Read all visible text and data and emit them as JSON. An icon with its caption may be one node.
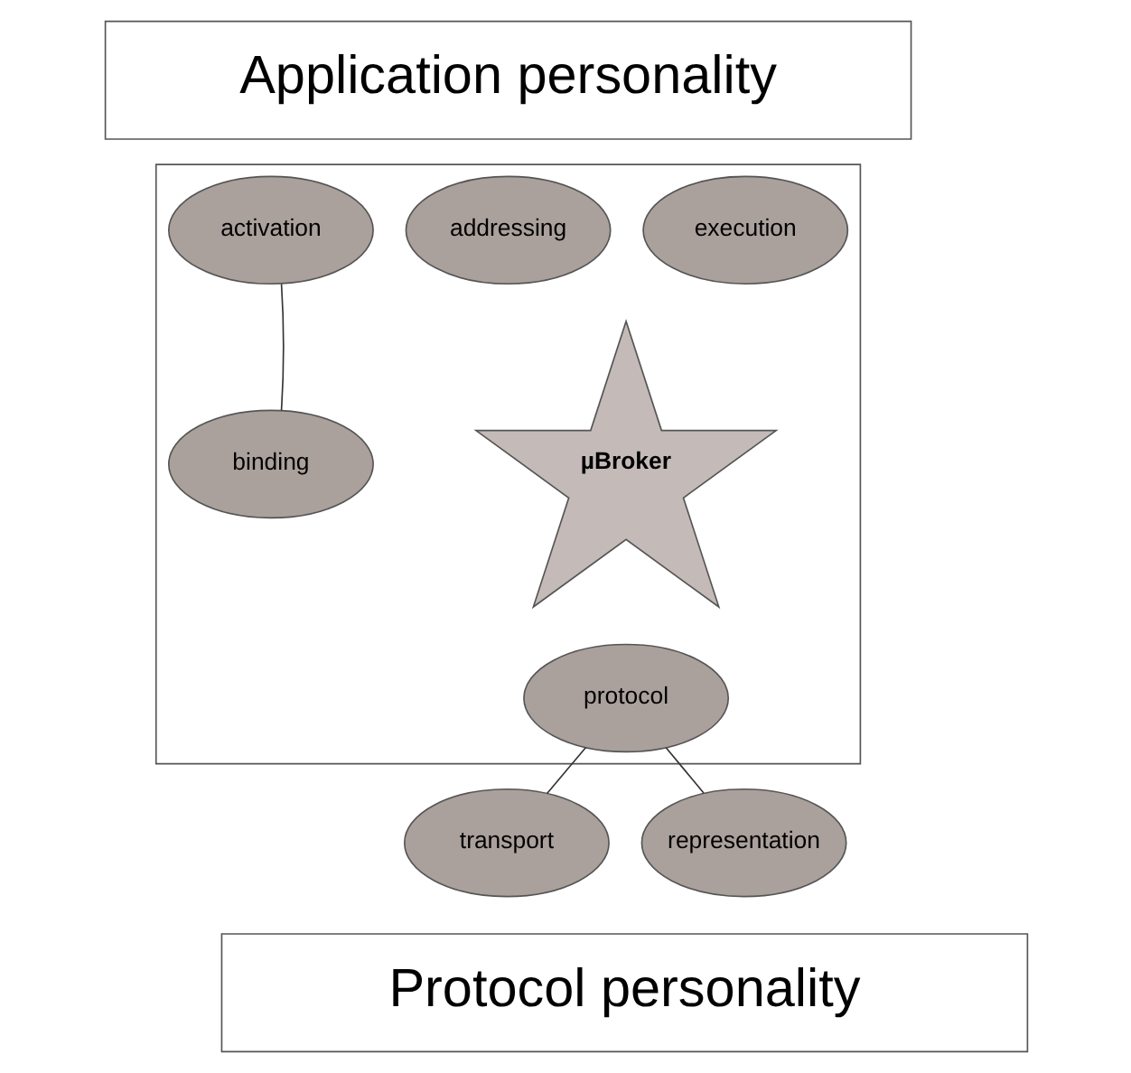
{
  "diagram": {
    "nodes": [
      {
        "text": [
          "Application personality"
        ]
      },
      {
        "text": [],
        "shape": "box"
      },
      {
        "text": [
          "execution"
        ],
        "in": 1
      },
      {
        "text": [
          "addressing"
        ],
        "in": 1
      },
      {
        "text": [
          "activation"
        ],
        "in": 1
      },
      {
        "text": [
          "µBroker"
        ],
        "in": 1
      },
      {
        "text": [
          "binding"
        ],
        "in": 1
      },
      {
        "text": [
          "protocol"
        ],
        "in": 1
      },
      {
        "text": [
          "transport"
        ]
      },
      {
        "text": [
          "representation"
        ]
      },
      {
        "text": [
          "Protocol personality"
        ]
      }
    ],
    "edges": [
      {
        "from": 4,
        "to": 6,
        "arrow": "none"
      },
      {
        "from": 8,
        "to": 7,
        "arrow": "none"
      },
      {
        "from": 7,
        "to": 9,
        "arrow": "none"
      }
    ]
  }
}
